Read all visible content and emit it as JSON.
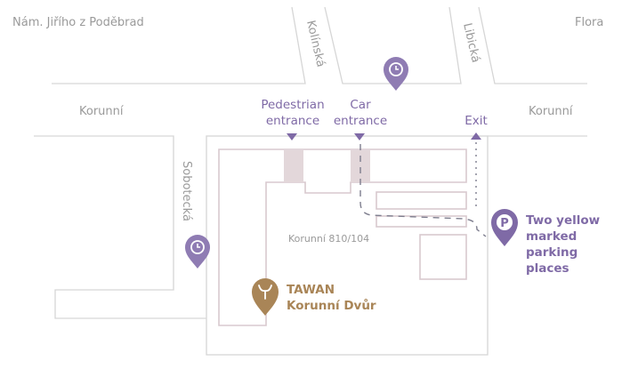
{
  "streets": {
    "nam_jiriho": "Nám. Jiřího z Poděbrad",
    "flora": "Flora",
    "kolinska": "Kolínská",
    "libicka": "Libická",
    "korunni_left": "Korunní",
    "korunni_right": "Korunní",
    "sobotecka": "Sobotecká"
  },
  "labels": {
    "pedestrian": [
      "Pedestrian",
      "entrance"
    ],
    "car": [
      "Car",
      "entrance"
    ],
    "exit": "Exit",
    "address": "Korunní 810/104",
    "tawan": [
      "TAWAN",
      "Korunní Dvůr"
    ],
    "parking": [
      "Two yellow",
      "marked",
      "parking",
      "places"
    ]
  },
  "icons": {
    "tawan_pin": "restaurant-logo-pin-icon",
    "parking_pin": "parking-pin-icon",
    "clock_pin_top": "clock-pin-icon",
    "clock_pin_left": "clock-pin-icon",
    "parking_letter": "P"
  },
  "colors": {
    "purple": "#7f6aa6",
    "gold": "#a98557",
    "road": "#d4d4d4",
    "building": "#d9c9cf",
    "entrance_fill": "#e3d7da",
    "street_text": "#9a9a9a"
  }
}
